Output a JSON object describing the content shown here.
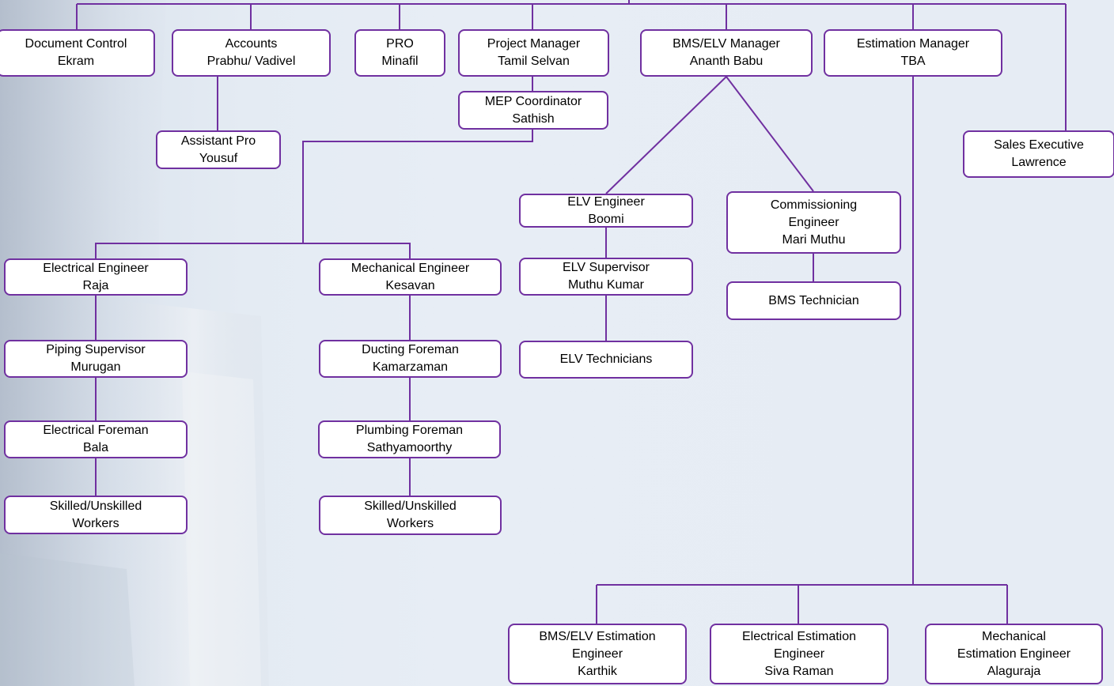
{
  "colors": {
    "line": "#7030a0",
    "box_fill": "#ffffff",
    "text": "#000000"
  },
  "nodes": {
    "document_control": {
      "lines": [
        "Document Control",
        "Ekram"
      ]
    },
    "accounts": {
      "lines": [
        "Accounts",
        "Prabhu/ Vadivel"
      ]
    },
    "pro": {
      "lines": [
        "PRO",
        "Minafil"
      ]
    },
    "project_manager": {
      "lines": [
        "Project Manager",
        "Tamil Selvan"
      ]
    },
    "bms_elv_manager": {
      "lines": [
        "BMS/ELV Manager",
        "Ananth Babu"
      ]
    },
    "estimation_manager": {
      "lines": [
        "Estimation Manager",
        "TBA"
      ]
    },
    "mep_coordinator": {
      "lines": [
        "MEP Coordinator",
        "Sathish"
      ]
    },
    "assistant_pro": {
      "lines": [
        "Assistant Pro",
        "Yousuf"
      ]
    },
    "sales_executive": {
      "lines": [
        "Sales Executive",
        "Lawrence"
      ]
    },
    "elv_engineer": {
      "lines": [
        "ELV Engineer",
        "Boomi"
      ]
    },
    "commissioning_engineer": {
      "lines": [
        "Commissioning",
        "Engineer",
        "Mari Muthu"
      ]
    },
    "electrical_engineer": {
      "lines": [
        "Electrical Engineer",
        "Raja"
      ]
    },
    "mechanical_engineer": {
      "lines": [
        "Mechanical Engineer",
        "Kesavan"
      ]
    },
    "elv_supervisor": {
      "lines": [
        "ELV Supervisor",
        "Muthu Kumar"
      ]
    },
    "bms_technician": {
      "lines": [
        "BMS Technician"
      ]
    },
    "piping_supervisor": {
      "lines": [
        "Piping Supervisor",
        "Murugan"
      ]
    },
    "ducting_foreman": {
      "lines": [
        "Ducting Foreman",
        "Kamarzaman"
      ]
    },
    "elv_technicians": {
      "lines": [
        "ELV Technicians"
      ]
    },
    "electrical_foreman": {
      "lines": [
        "Electrical Foreman",
        "Bala"
      ]
    },
    "plumbing_foreman": {
      "lines": [
        "Plumbing Foreman",
        "Sathyamoorthy"
      ]
    },
    "workers_electrical": {
      "lines": [
        "Skilled/Unskilled",
        "Workers"
      ]
    },
    "workers_mechanical": {
      "lines": [
        "Skilled/Unskilled",
        "Workers"
      ]
    },
    "bms_elv_estimation_engineer": {
      "lines": [
        "BMS/ELV Estimation",
        "Engineer",
        "Karthik"
      ]
    },
    "electrical_estimation_engineer": {
      "lines": [
        "Electrical Estimation",
        "Engineer",
        "Siva Raman"
      ]
    },
    "mechanical_estimation_engineer": {
      "lines": [
        "Mechanical",
        "Estimation Engineer",
        "Alaguraja"
      ]
    }
  }
}
